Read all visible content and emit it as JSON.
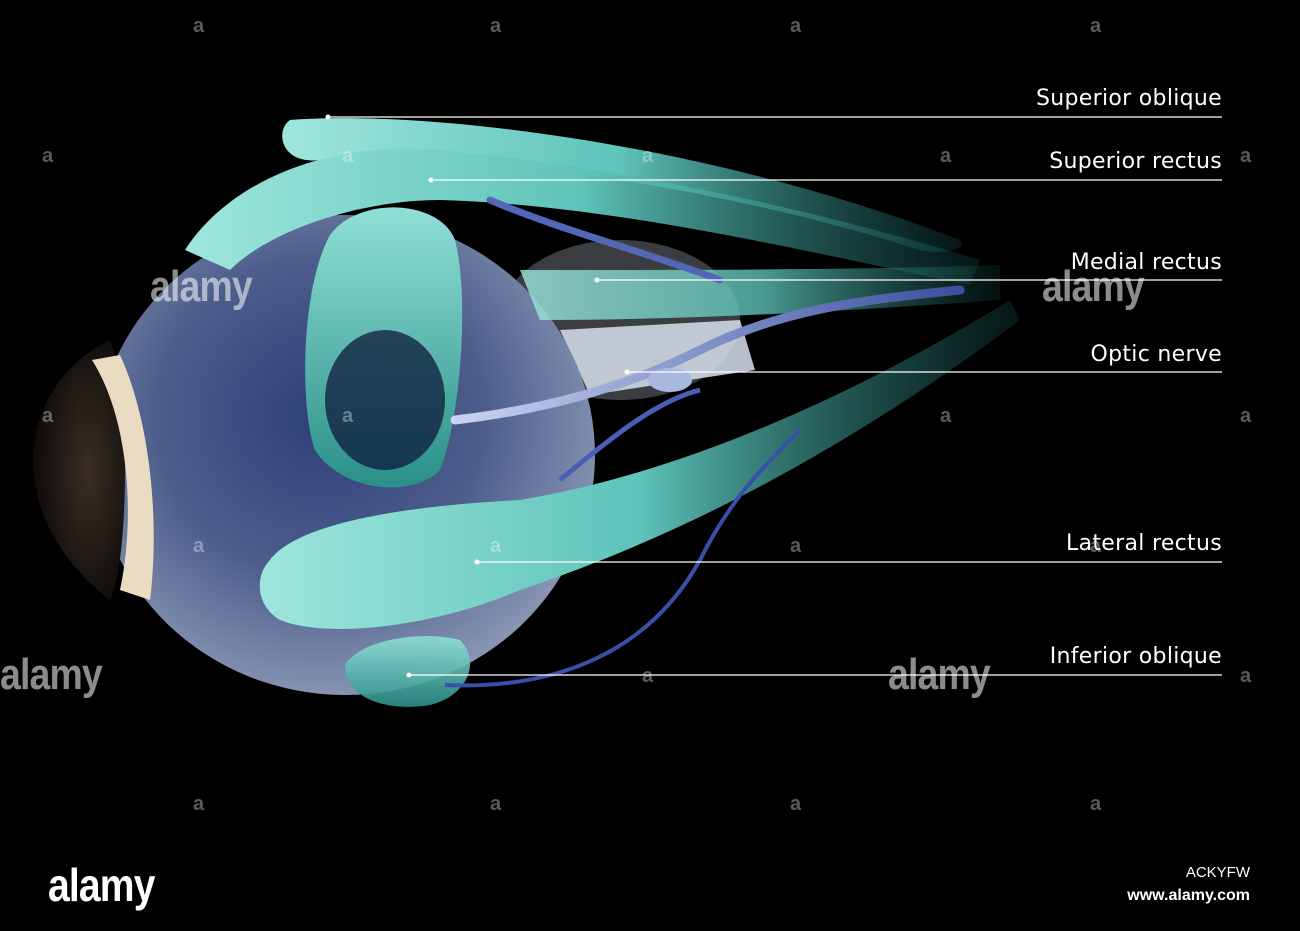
{
  "labels": [
    {
      "id": "superior-oblique",
      "text": "Superior oblique"
    },
    {
      "id": "superior-rectus",
      "text": "Superior rectus"
    },
    {
      "id": "medial-rectus",
      "text": "Medial rectus"
    },
    {
      "id": "optic-nerve",
      "text": "Optic nerve"
    },
    {
      "id": "lateral-rectus",
      "text": "Lateral rectus"
    },
    {
      "id": "inferior-oblique",
      "text": "Inferior oblique"
    }
  ],
  "watermark": {
    "brand": "alamy",
    "tile_glyph": "a",
    "stock_id": "ACKYFW",
    "url": "www.alamy.com"
  },
  "colors": {
    "background": "#000000",
    "muscle": "#7fd8cf",
    "nerve": "#3f55b0",
    "eyeball": "#5a6c8f",
    "leader_line": "#ffffff"
  }
}
